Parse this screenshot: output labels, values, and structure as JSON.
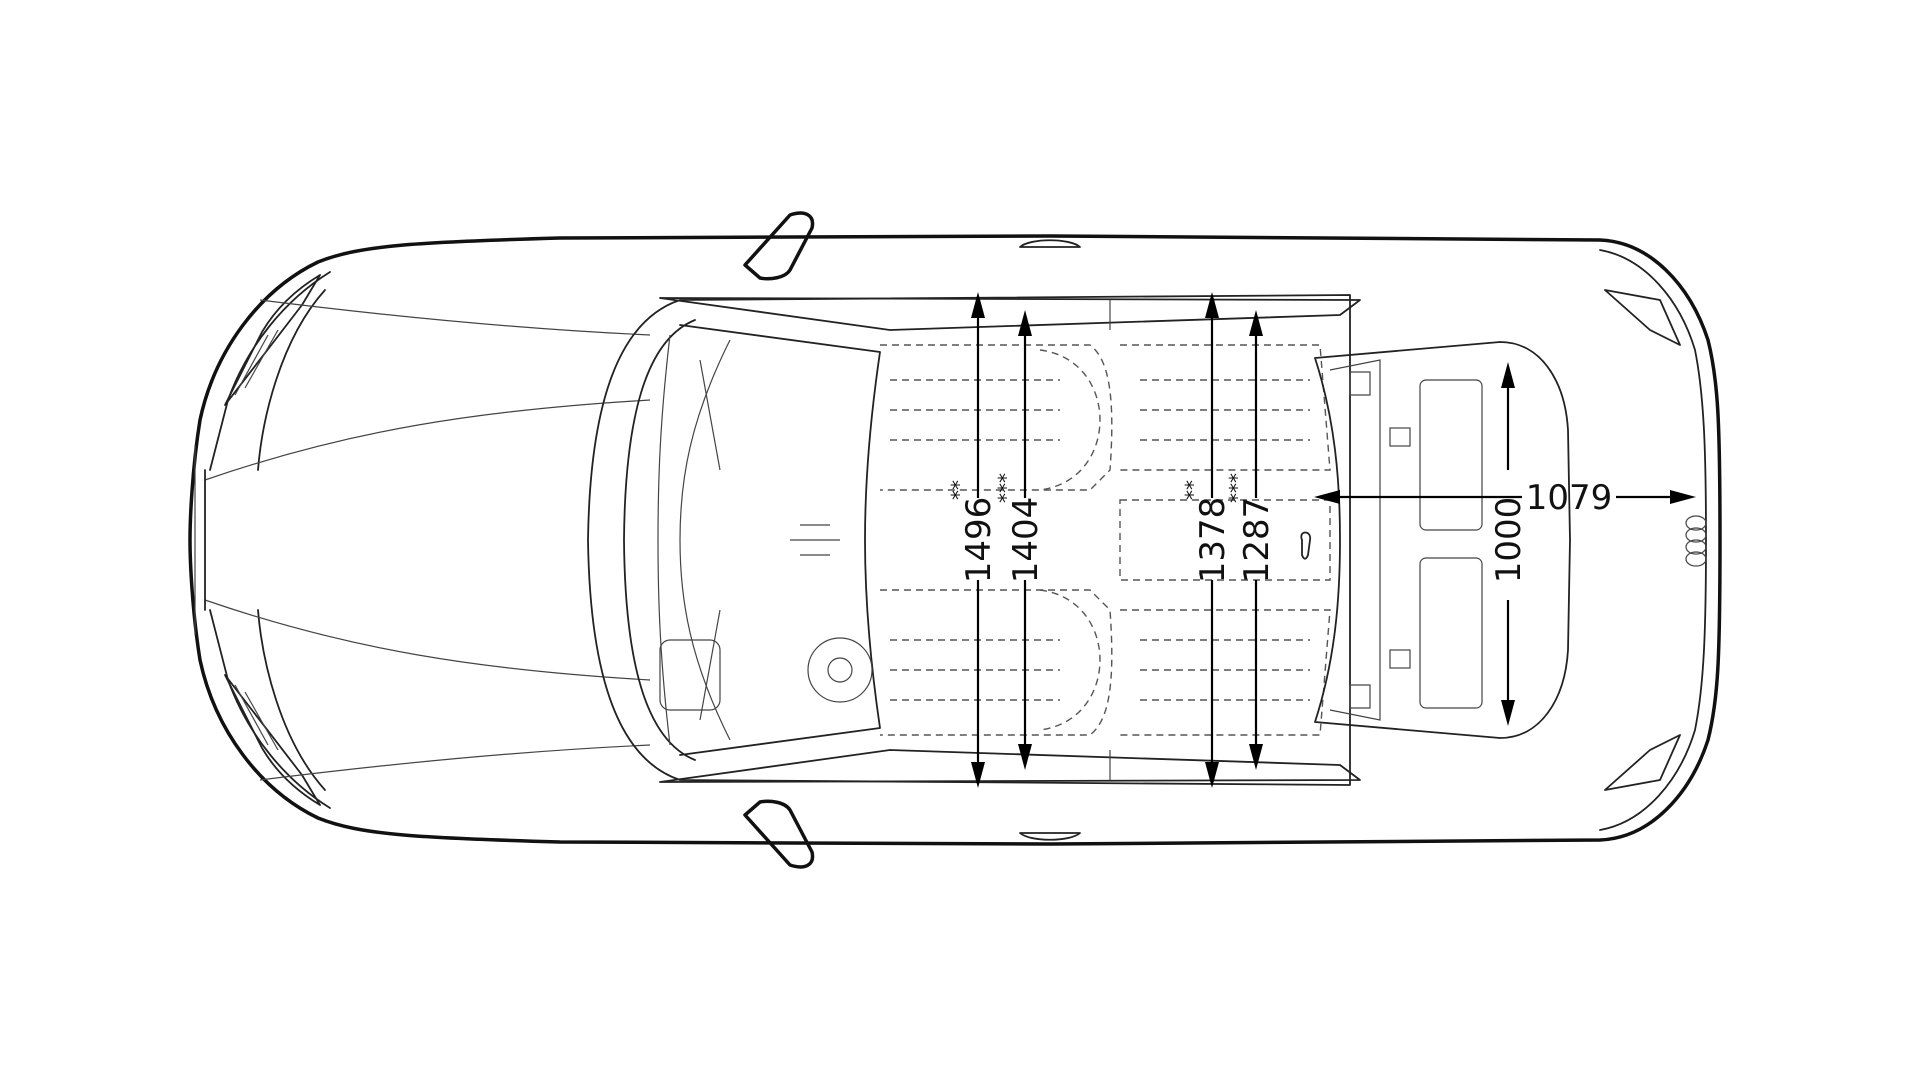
{
  "dimensions": {
    "front_shoulder_width": {
      "value": "1496",
      "note": "**"
    },
    "front_headroom_width": {
      "value": "1404",
      "note": "***"
    },
    "rear_shoulder_width": {
      "value": "1378",
      "note": "**"
    },
    "rear_headroom_width": {
      "value": "1287",
      "note": "***"
    },
    "trunk_length": {
      "value": "1079"
    },
    "trunk_width": {
      "value": "1000"
    }
  }
}
